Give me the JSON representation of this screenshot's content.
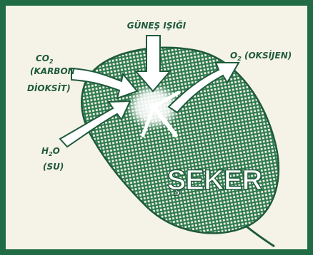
{
  "diagram": {
    "labels": {
      "sunlight": "GÜNEŞ IŞIĞI",
      "co2_formula": "CO",
      "co2_sub": "2",
      "co2_name_1": "(KARBON",
      "co2_name_2": "DİOKSİT)",
      "o2_formula": "O",
      "o2_sub": "2",
      "o2_name": " (OKSİJEN)",
      "h2o_h": "H",
      "h2o_sub": "2",
      "h2o_o": "O",
      "h2o_name": "(SU)",
      "sugar": "ŞEKER"
    },
    "colors": {
      "ink": "#1f5a3c",
      "leaf": "#2d7a4e",
      "border": "#216b45",
      "paper": "#f5f3e8"
    }
  }
}
